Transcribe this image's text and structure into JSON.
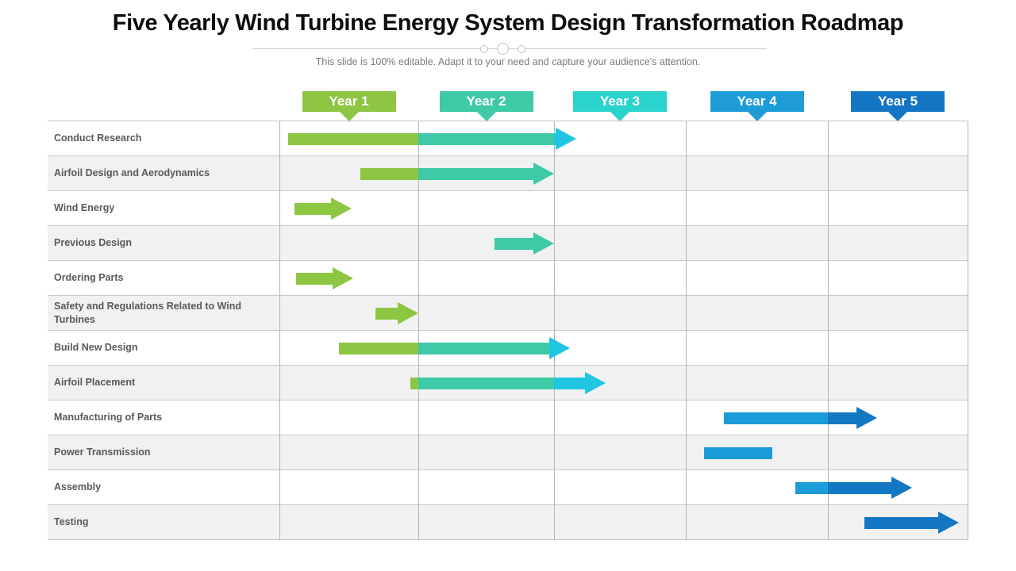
{
  "title": "Five Yearly Wind Turbine Energy System Design Transformation Roadmap",
  "subtitle": "This slide is 100% editable. Adapt it to your need and capture your audience's attention.",
  "years": [
    {
      "label": "Year 1",
      "color": "#8DC642"
    },
    {
      "label": "Year 2",
      "color": "#3EC9A7"
    },
    {
      "label": "Year 3",
      "color": "#2BD3CD"
    },
    {
      "label": "Year 4",
      "color": "#1E9CD8"
    },
    {
      "label": "Year 5",
      "color": "#1475C4"
    }
  ],
  "bar_colors": [
    "#8DC642",
    "#3EC9A7",
    "#1FC5E1",
    "#1B9CD8",
    "#1377C4"
  ],
  "chart_data": {
    "type": "gantt",
    "unit": "years",
    "x_domain": [
      0,
      5
    ],
    "legend": "none",
    "tasks": [
      {
        "label": "Conduct Research",
        "start": 0.06,
        "end": 2.17,
        "arrow": true
      },
      {
        "label": "Airfoil Design and Aerodynamics",
        "start": 0.58,
        "end": 2.0,
        "arrow": true
      },
      {
        "label": "Wind Energy",
        "start": 0.11,
        "end": 0.52,
        "arrow": true
      },
      {
        "label": "Previous Design",
        "start": 1.56,
        "end": 2.0,
        "arrow": true
      },
      {
        "label": "Ordering Parts",
        "start": 0.12,
        "end": 0.53,
        "arrow": true
      },
      {
        "label": "Safety and Regulations Related to Wind Turbines",
        "start": 0.69,
        "end": 1.0,
        "arrow": true
      },
      {
        "label": "Build New Design",
        "start": 0.43,
        "end": 2.12,
        "arrow": true
      },
      {
        "label": "Airfoil Placement",
        "start": 0.94,
        "end": 2.39,
        "arrow": true
      },
      {
        "label": "Manufacturing of Parts",
        "start": 3.27,
        "end": 4.35,
        "arrow": true
      },
      {
        "label": "Power Transmission",
        "start": 3.13,
        "end": 3.61,
        "arrow": false
      },
      {
        "label": "Assembly",
        "start": 3.77,
        "end": 4.6,
        "arrow": true
      },
      {
        "label": "Testing",
        "start": 4.26,
        "end": 4.94,
        "arrow": true
      }
    ]
  }
}
